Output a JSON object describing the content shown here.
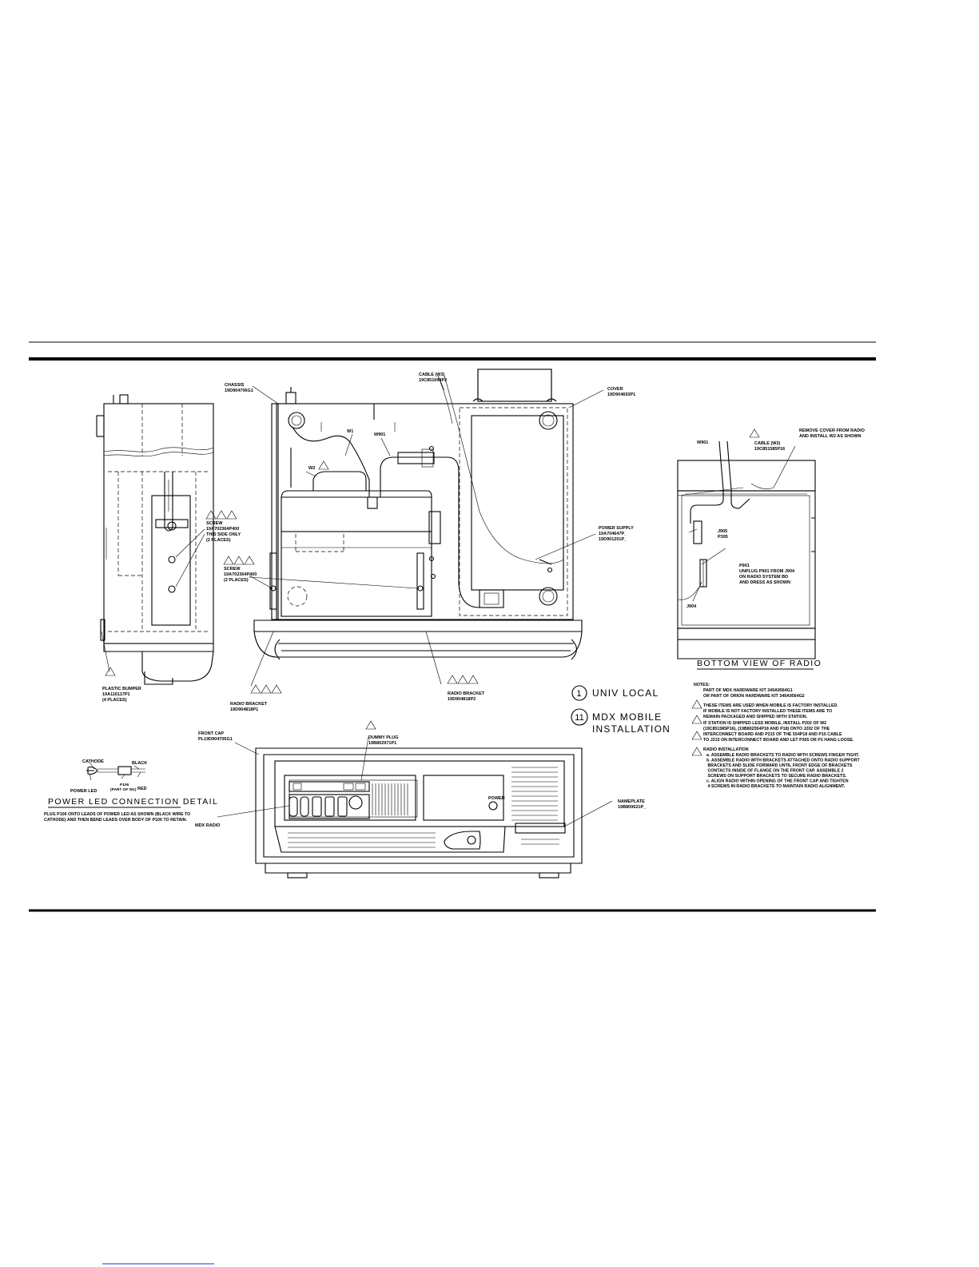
{
  "labels": {
    "chassis": [
      "CHASSIS",
      "19D904706G1"
    ],
    "cable_w3": [
      "CABLE (W3)",
      "19C851094P2"
    ],
    "cover": [
      "COVER",
      "19D904693P1"
    ],
    "w1": "W1",
    "w2": "W2",
    "w901_top": "W901",
    "screw_side": [
      "SCREW",
      "19A702364P400",
      "THIS SIDE ONLY",
      "(2 PLACES)"
    ],
    "screw_front": [
      "SCREW",
      "19A702364P400",
      "(2 PLACES)"
    ],
    "power_supply": [
      "POWER SUPPLY",
      "19A704647P_",
      "19D901201P_"
    ],
    "plastic_bumper": [
      "PLASTIC BUMPER",
      "19A116117P1",
      "(4 PLACES)"
    ],
    "radio_bracket_left": [
      "RADIO BRACKET",
      "19D904818P1"
    ],
    "radio_bracket_right": [
      "RADIO BRACKET",
      "19D904818P2"
    ],
    "w901_bottom": "W901",
    "cable_w2": [
      "CABLE (W2)",
      "19C851585P16"
    ],
    "remove_cover": [
      "REMOVE COVER FROM RADIO",
      "AND INSTALL W2 AS SHOWN"
    ],
    "j905": [
      "J905",
      "P305"
    ],
    "p901": [
      "P901",
      "UNPLUG P901 FROM J904",
      "ON RADIO SYSTEM BD",
      "AND DRESS AS SHOWN"
    ],
    "j904": "J904",
    "front_cap": [
      "FRONT CAP",
      "PL19D904705G1"
    ],
    "dummy_plug": [
      "DUMMY PLUG",
      "19B802971P1"
    ],
    "power_knob": "POWER",
    "mdx_radio": "MDX RADIO",
    "nameplate": [
      "NAMEPLATE",
      "19B800621P_"
    ],
    "led_cathode": "CATHODE",
    "led_black": "BLACK",
    "led_power_led": "POWER LED",
    "led_red": "RED",
    "led_p106": [
      "P106",
      "(PART OF W1)"
    ]
  },
  "titles": {
    "bottom_view": "BOTTOM VIEW OF RADIO",
    "power_led_detail": "POWER LED CONNECTION DETAIL",
    "power_led_note": [
      "PLUG P106 ONTO LEADS OF POWER LED AS SHOWN (BLACK WIRE TO",
      "CATHODE) AND THEN BEND LEADS OVER BODY OF P106 TO RETAIN."
    ]
  },
  "legend": {
    "item1": {
      "num": "1",
      "text": "UNIV LOCAL"
    },
    "item11": {
      "num": "11",
      "text_lines": [
        "MDX MOBILE",
        "INSTALLATION"
      ]
    }
  },
  "notes": {
    "header": "NOTES:",
    "n1": [
      "PART OF MDX HARDWARE KIT 349A9564G1",
      "OR PART OF ORION HARDWARE KIT 349A9564G2"
    ],
    "n2": [
      "THESE ITEMS ARE USED WHEN MOBILE IS FACTORY INSTALLED.",
      "IF MOBILE IS NOT FACTORY INSTALLED THESE ITEMS ARE TO",
      "REMAIN PACKAGED AND SHIPPED WITH STATION."
    ],
    "n3": [
      "IF STATION IS SHIPPED LESS MOBILE, INSTALL P202 OF W2",
      "(19C851585P16), (19B802554P18 AND P18) ONTO J202 OF THE",
      "INTERCONNECT BOARD AND P215 OF THE 554P18 AND P15 CABLE",
      "TO J215 ON INTERCONNECT BOARD AND LET P305 OR P1 HANG LOOSE."
    ],
    "n4_title": "RADIO INSTALLATION",
    "n4": [
      "a.  ASSEMBLE RADIO BRACKETS TO RADIO WITH SCREWS FINGER TIGHT.",
      "b.  ASSEMBLE RADIO WITH BRACKETS ATTACHED ONTO RADIO SUPPORT",
      "     BRACKETS AND SLIDE FORWARD UNTIL FRONT EDGE OF BRACKETS",
      "     CONTACTS INSIDE OF FLANGE ON THE FRONT CAP. ASSEMBLE 2",
      "     SCREWS ON SUPPORT BRACKETS TO SECURE RADIO BRACKETS.",
      "c.  ALIGN RADIO WITHIN OPENING OF THE FRONT CAP AND TIGHTEN",
      "     4 SCREWS IN RADIO BRACKETS TO MAINTAIN RADIO ALIGNMENT."
    ]
  },
  "colors": {
    "ink": "#000000",
    "footer_link": "#2a2ae0"
  }
}
